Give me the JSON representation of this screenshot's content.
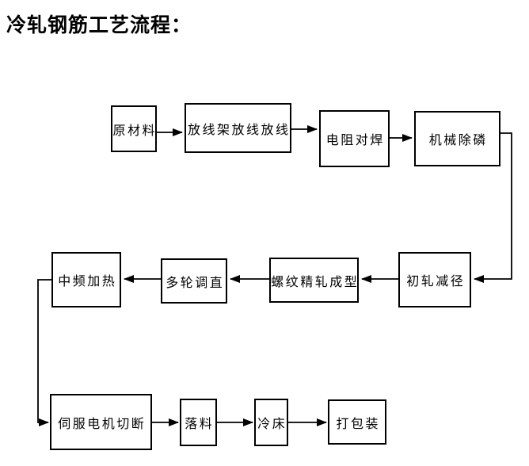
{
  "title": "冷轧钢筋工艺流程：",
  "flow": {
    "nodes": [
      {
        "id": "raw-material",
        "label": "原材料"
      },
      {
        "id": "payoff-rack",
        "label": "放线架放线放线"
      },
      {
        "id": "butt-welding",
        "label": "电阻对焊"
      },
      {
        "id": "descaling",
        "label": "机械除磷"
      },
      {
        "id": "initial-rolling",
        "label": "初轧减径"
      },
      {
        "id": "thread-rolling",
        "label": "螺纹精轧成型"
      },
      {
        "id": "straightening",
        "label": "多轮调直"
      },
      {
        "id": "mf-heating",
        "label": "中频加热"
      },
      {
        "id": "servo-cutting",
        "label": "伺服电机切断"
      },
      {
        "id": "blanking",
        "label": "落料"
      },
      {
        "id": "cooling-bed",
        "label": "冷床"
      },
      {
        "id": "packaging",
        "label": "打包装"
      }
    ],
    "edges": [
      {
        "from": "原材料",
        "to": "放线架放线放线"
      },
      {
        "from": "放线架放线放线",
        "to": "电阻对焊"
      },
      {
        "from": "电阻对焊",
        "to": "机械除磷"
      },
      {
        "from": "机械除磷",
        "to": "初轧减径"
      },
      {
        "from": "初轧减径",
        "to": "螺纹精轧成型"
      },
      {
        "from": "螺纹精轧成型",
        "to": "多轮调直"
      },
      {
        "from": "多轮调直",
        "to": "中频加热"
      },
      {
        "from": "中频加热",
        "to": "伺服电机切断"
      },
      {
        "from": "伺服电机切断",
        "to": "落料"
      },
      {
        "from": "落料",
        "to": "冷床"
      },
      {
        "from": "冷床",
        "to": "打包装"
      }
    ],
    "colors": {
      "line": "#000000",
      "background": "#ffffff",
      "text": "#000000"
    }
  }
}
